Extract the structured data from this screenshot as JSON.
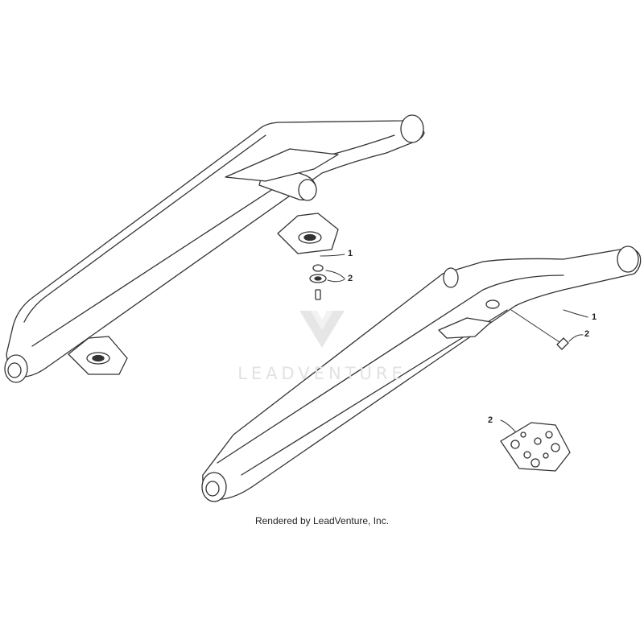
{
  "diagram": {
    "callouts": [
      {
        "id": "c1",
        "label": "1"
      },
      {
        "id": "c2",
        "label": "2"
      },
      {
        "id": "c3",
        "label": "1"
      },
      {
        "id": "c4",
        "label": "2"
      },
      {
        "id": "c5",
        "label": "2"
      }
    ]
  },
  "watermark": {
    "text": "LEADVENTURE"
  },
  "footer": {
    "text": "Rendered by LeadVenture, Inc."
  },
  "colors": {
    "line": "#333333",
    "fill": "#ffffff",
    "watermark": "#e2e2e2"
  }
}
